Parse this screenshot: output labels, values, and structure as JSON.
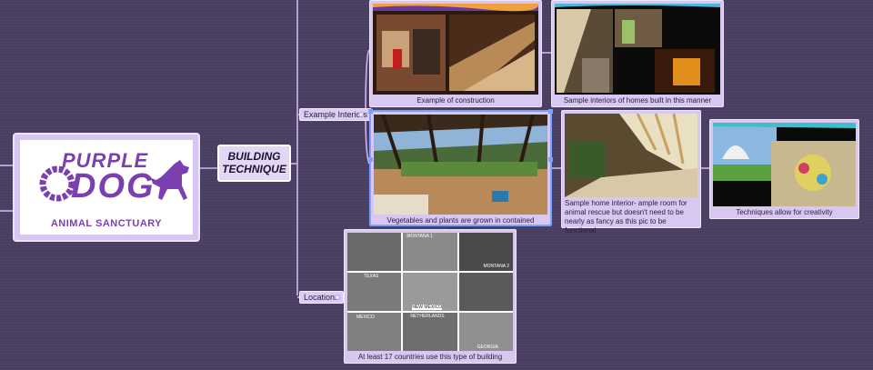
{
  "logo": {
    "line1": "PURPLE",
    "line2": "DOG",
    "subtitle": "ANIMAL SANCTUARY",
    "brand_color": "#7b3fb0"
  },
  "central_topic": "BUILDING\nTECHNIQUE",
  "branches": {
    "interiors": "Example Interiors",
    "locations": "Locations"
  },
  "cards": {
    "construction": "Example of construction",
    "sample_interiors": "Sample interiors of homes built in this manner",
    "vegetables": "Vegetables and plants are grown in contained systems",
    "animal_room": "Sample home interior- ample room for animal rescue but doesn't need to be nearly as fancy as this pic to be functional",
    "creativity": "Techniques allow for creativity",
    "countries": "At least 17 countries use this type of building"
  },
  "location_labels": [
    "MONTANA 1",
    "MONTANA 2",
    "TEXAS",
    "NEW MEXICO",
    "MEXICO",
    "NETHERLANDS",
    "GEORGIA"
  ],
  "colors": {
    "background": "#4a3f63",
    "node_fill": "#d8c7f1",
    "connector": "#cdb6f0",
    "selection": "#7aa3ff"
  }
}
